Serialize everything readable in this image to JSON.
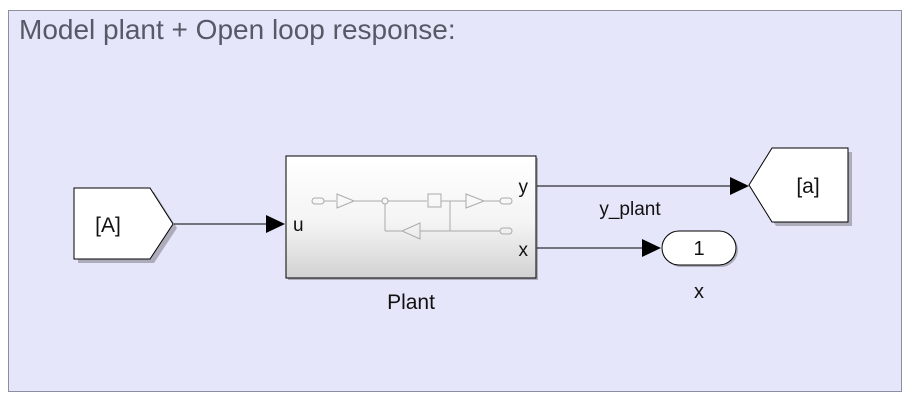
{
  "area": {
    "title": "Model plant + Open loop response:"
  },
  "from_block": {
    "tag": "[A]"
  },
  "goto_block": {
    "tag": "[a]"
  },
  "plant": {
    "name": "Plant",
    "input_port": "u",
    "output_port_y": "y",
    "output_port_x": "x"
  },
  "signals": {
    "y_signal": "y_plant"
  },
  "outport": {
    "number": "1",
    "name": "x"
  },
  "colors": {
    "background": "#e6e6fa",
    "line": "#000000",
    "block_fill": "#ffffff"
  }
}
